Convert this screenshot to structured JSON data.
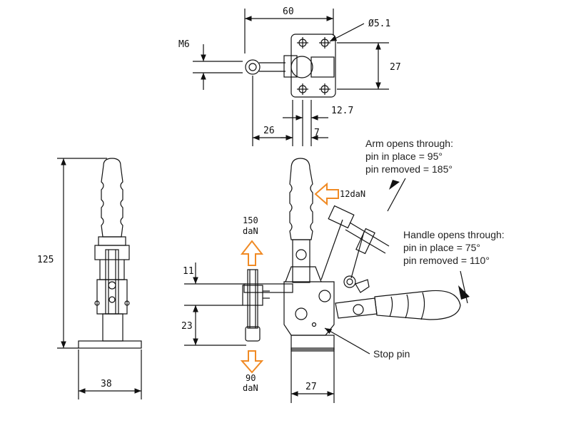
{
  "colors": {
    "line": "#111111",
    "arrow": "#f08a24"
  },
  "top_view": {
    "dim_width": "60",
    "dim_thread": "M6",
    "dim_hole": "Ø5.1",
    "dim_height": "27",
    "dim_offset_26": "26",
    "dim_offset_7": "7",
    "dim_offset_12_7": "12.7"
  },
  "side_view": {
    "dim_height_total": "125",
    "dim_base_width": "38"
  },
  "front_view": {
    "dim_11": "11",
    "dim_23": "23",
    "dim_base_27": "27",
    "force_up_value": "150",
    "force_up_unit": "daN",
    "force_down_value": "90",
    "force_down_unit": "daN",
    "force_handle": "12daN"
  },
  "notes": {
    "arm_title": "Arm opens through:",
    "arm_pin_in": "pin in place = 95°",
    "arm_pin_out": "pin removed = 185°",
    "handle_title": "Handle opens through:",
    "handle_pin_in": "pin in place = 75°",
    "handle_pin_out": "pin removed = 110°",
    "stop_pin": "Stop pin"
  }
}
